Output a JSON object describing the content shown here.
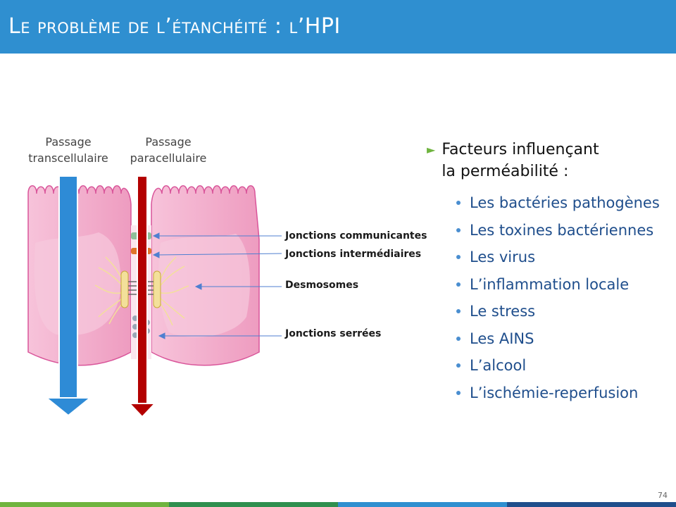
{
  "title": "Le problème de l’étanchéité : l’HPI",
  "diagram": {
    "passage_trans": "Passage\ntranscellulaire",
    "passage_para": "Passage\nparacellulaire",
    "junctions": [
      "Jonctions communicantes",
      "Jonctions intermédiaires",
      "Desmosomes",
      "Jonctions serrées"
    ],
    "colors": {
      "transcellular_arrow": "#2e8bd6",
      "paracellular_arrow": "#b30000",
      "cell_fill": "#f1a8c8",
      "cell_stroke": "#d9559a"
    }
  },
  "factors": {
    "heading": "Facteurs influençant\nla perméabilité :",
    "items": [
      "Les bactéries pathogènes",
      "Les toxines bactériennes",
      "Les virus",
      "L’inflammation locale",
      "Le stress",
      "Les AINS",
      "L’alcool",
      "L’ischémie-reperfusion"
    ]
  },
  "page_number": "74",
  "theme": {
    "title_bar": "#2f8fd0",
    "bullet_triangle": "#6fb43f",
    "sub_text": "#1f4e8c",
    "bottom_bar": [
      "#6fb43f",
      "#2f8f4e",
      "#2f8fd0",
      "#1f4e8c"
    ]
  }
}
